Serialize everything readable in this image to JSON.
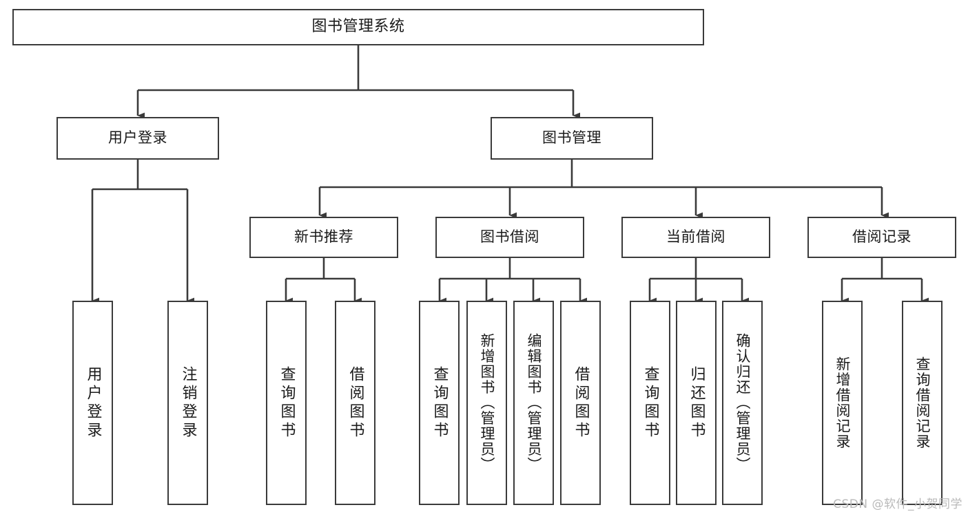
{
  "diagram": {
    "type": "tree-hierarchy",
    "title": "图书管理系统",
    "orientation": "top-down",
    "watermark": "CSDN @软件_小贺同学",
    "colors": {
      "stroke": "#3a3a3a",
      "fill": "#ffffff",
      "text": "#1a1a1a",
      "watermark": "#b9b9b9"
    },
    "nodes": {
      "root": {
        "label": "图书管理系统",
        "level": 1
      },
      "level2": [
        {
          "id": "user-login",
          "label": "用户登录"
        },
        {
          "id": "book-manage",
          "label": "图书管理"
        }
      ],
      "level3": [
        {
          "id": "new-book-recommend",
          "label": "新书推荐",
          "parent": "book-manage"
        },
        {
          "id": "book-borrow",
          "label": "图书借阅",
          "parent": "book-manage"
        },
        {
          "id": "current-borrow",
          "label": "当前借阅",
          "parent": "book-manage"
        },
        {
          "id": "borrow-record",
          "label": "借阅记录",
          "parent": "book-manage"
        }
      ],
      "leaves": [
        {
          "id": "leaf-user-login",
          "label": "用户登录",
          "parent": "user-login"
        },
        {
          "id": "leaf-user-logout",
          "label": "注销登录",
          "parent": "user-login"
        },
        {
          "id": "leaf-query-book-1",
          "label": "查询图书",
          "parent": "new-book-recommend"
        },
        {
          "id": "leaf-borrow-book-1",
          "label": "借阅图书",
          "parent": "new-book-recommend"
        },
        {
          "id": "leaf-query-book-2",
          "label": "查询图书",
          "parent": "book-borrow"
        },
        {
          "id": "leaf-add-book",
          "label": "新增图书（管理员）",
          "parent": "book-borrow"
        },
        {
          "id": "leaf-edit-book",
          "label": "编辑图书（管理员）",
          "parent": "book-borrow"
        },
        {
          "id": "leaf-borrow-book-2",
          "label": "借阅图书",
          "parent": "book-borrow"
        },
        {
          "id": "leaf-query-book-3",
          "label": "查询图书",
          "parent": "current-borrow"
        },
        {
          "id": "leaf-return-book",
          "label": "归还图书",
          "parent": "current-borrow"
        },
        {
          "id": "leaf-confirm-return",
          "label": "确认归还（管理员）",
          "parent": "current-borrow"
        },
        {
          "id": "leaf-add-record",
          "label": "新增借阅记录",
          "parent": "borrow-record"
        },
        {
          "id": "leaf-query-record",
          "label": "查询借阅记录",
          "parent": "borrow-record"
        }
      ]
    }
  }
}
